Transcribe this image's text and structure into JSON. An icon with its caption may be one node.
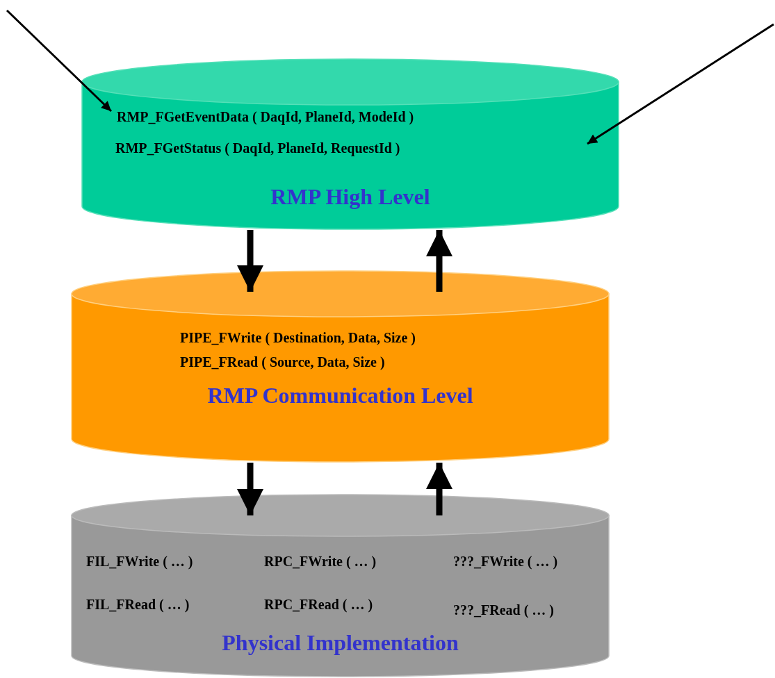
{
  "diagram": {
    "nodes": [
      {
        "text": [
          "RMP_FGetEventData  ( DaqId, PlaneId, ModeId )",
          "RMP_FGetStatus ( DaqId, PlaneId, RequestId )",
          "RMP High Level"
        ]
      },
      {
        "text": [
          "PIPE_FWrite  ( Destination, Data, Size )",
          "PIPE_FRead  ( Source, Data, Size )",
          "RMP Communication Level"
        ]
      },
      {
        "text": [
          "FIL_FWrite  (  … )",
          "RPC_FWrite  (  … )",
          "???_FWrite  (  … )",
          "FIL_FRead  (  … )",
          "RPC_FRead  (  … )",
          "???_FRead  (  … )",
          "Physical Implementation"
        ]
      }
    ],
    "edges": [
      {
        "from": 0,
        "to": 1,
        "arrow": "to"
      },
      {
        "from": 1,
        "to": 0,
        "arrow": "to"
      },
      {
        "from": 1,
        "to": 2,
        "arrow": "to"
      },
      {
        "from": 2,
        "to": 1,
        "arrow": "to"
      },
      {
        "from": null,
        "to": 0,
        "arrow": "to"
      },
      {
        "from": null,
        "to": 0,
        "arrow": "to"
      }
    ]
  }
}
